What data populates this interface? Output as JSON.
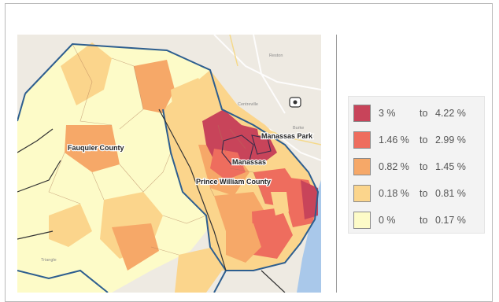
{
  "legend": [
    {
      "from": "3 %",
      "sep": "to",
      "to": "4.22 %",
      "color": "#c8445a"
    },
    {
      "from": "1.46 %",
      "sep": "to",
      "to": "2.99 %",
      "color": "#ee6d5e"
    },
    {
      "from": "0.82 %",
      "sep": "to",
      "to": "1.45 %",
      "color": "#f6a868"
    },
    {
      "from": "0.18 %",
      "sep": "to",
      "to": "0.81 %",
      "color": "#fbd58c"
    },
    {
      "from": "0 %",
      "sep": "to",
      "to": "0.17 %",
      "color": "#fdfbc8"
    }
  ],
  "map": {
    "county_labels": {
      "fauquier": "Fauquier County",
      "prince_william": "Prince William County",
      "manassas": "Manassas",
      "manassas_park": "Manassas Park"
    },
    "base_labels": {
      "reston": "Reston",
      "centreville": "Centreville",
      "burke": "Burke",
      "triangle": "Triangle"
    },
    "colors": {
      "background": "#eeeae2",
      "boundary": "#2d5e8f",
      "water": "#a9c8ea"
    }
  }
}
